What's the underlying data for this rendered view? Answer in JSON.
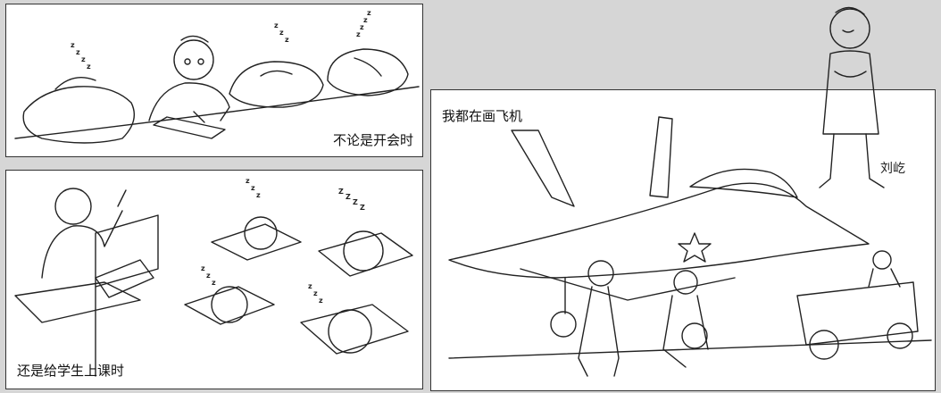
{
  "panels": [
    {
      "caption": "不论是开会时"
    },
    {
      "caption": "还是给学生上课时"
    },
    {
      "caption": "我都在画飞机"
    }
  ],
  "signature": "刘屹",
  "snore": "z z z"
}
